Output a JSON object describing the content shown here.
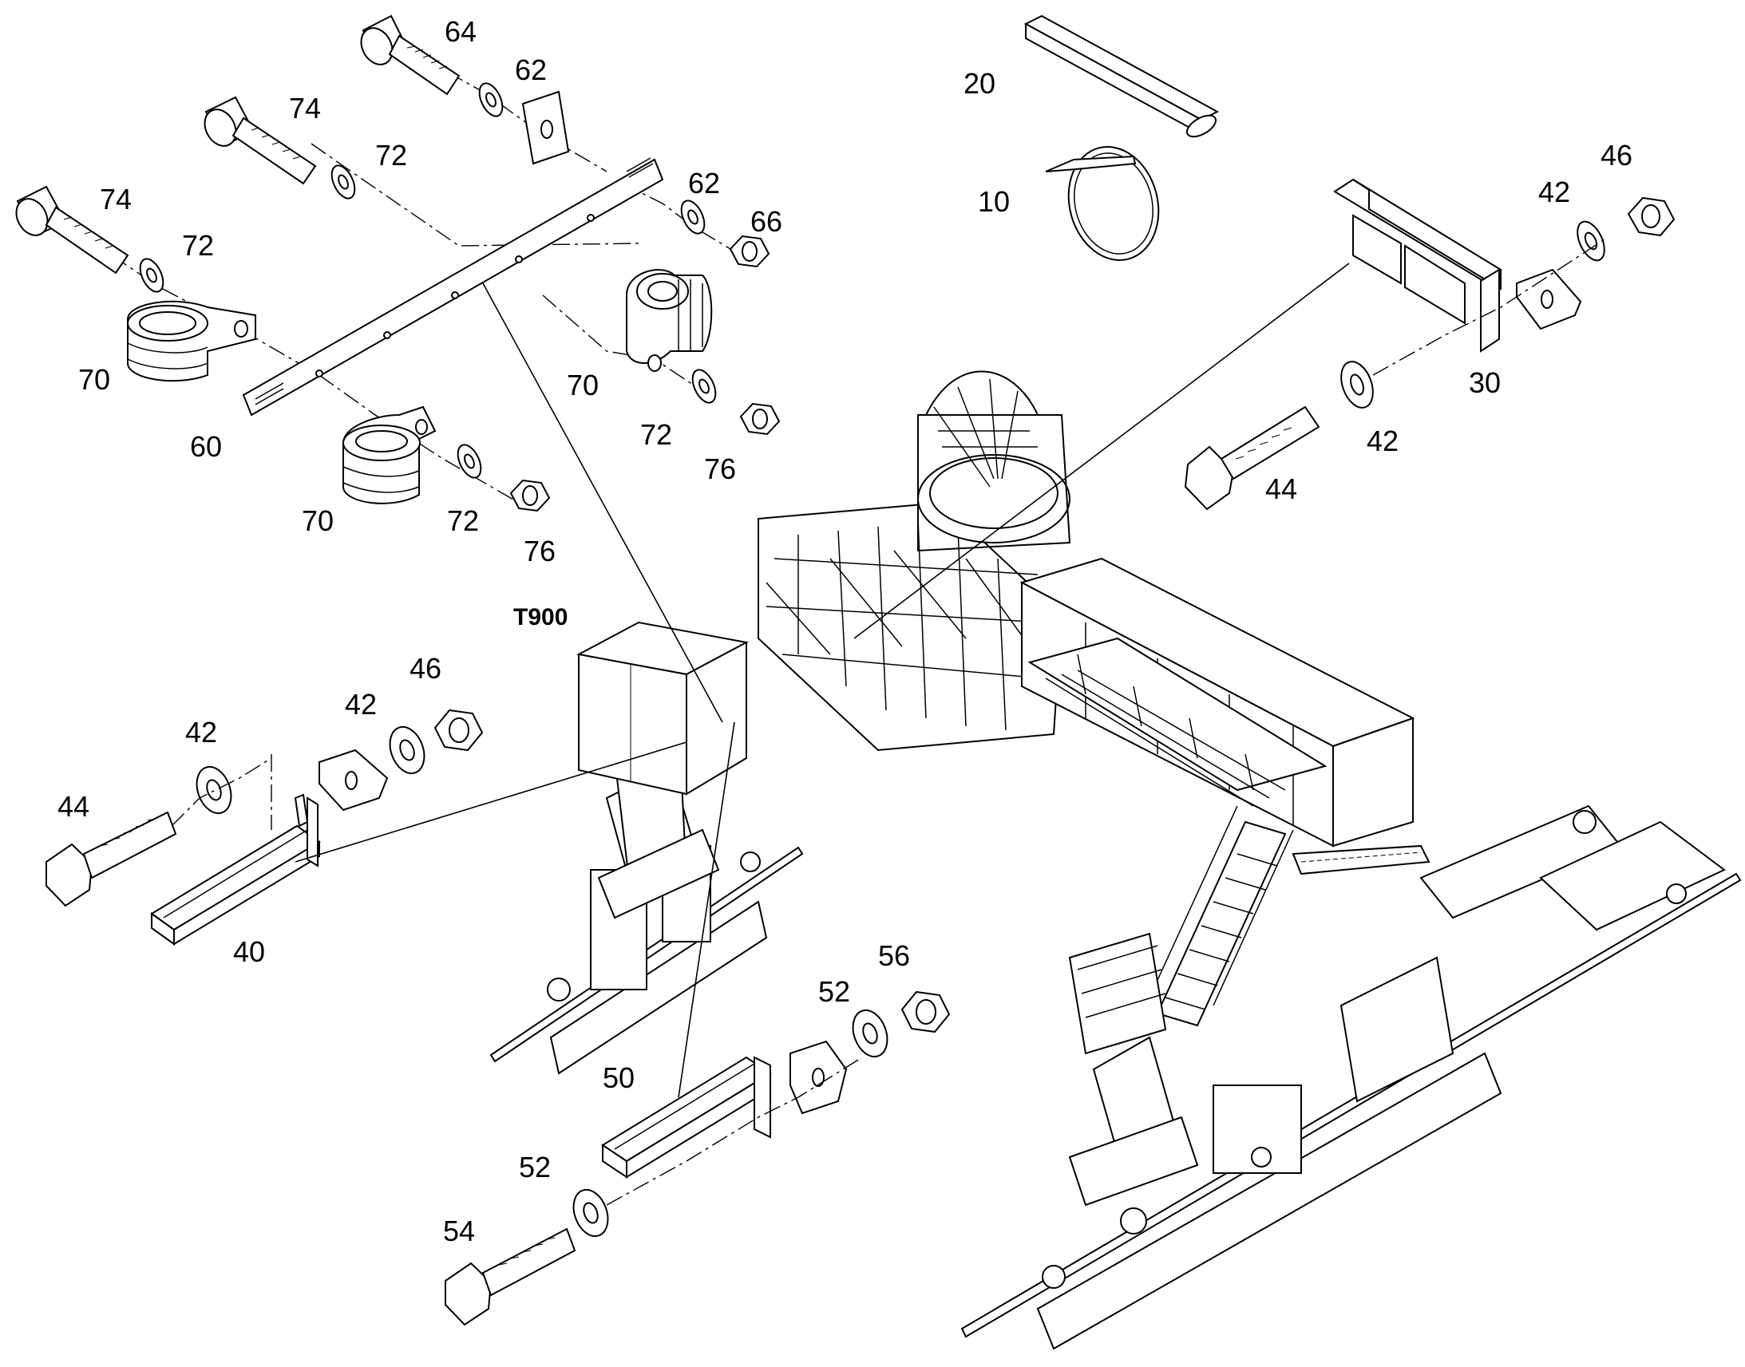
{
  "model_label": "T900",
  "callouts": {
    "c64": "64",
    "c62a": "62",
    "c74a": "74",
    "c72a": "72",
    "c74b": "74",
    "c72b": "72",
    "c70a": "70",
    "c60": "60",
    "c70b": "70",
    "c72c": "72",
    "c76a": "76",
    "c62b": "62",
    "c66": "66",
    "c70c": "70",
    "c72d": "72",
    "c76b": "76",
    "c20": "20",
    "c10": "10",
    "c46a": "46",
    "c42a": "42",
    "c30": "30",
    "c42b": "42",
    "c44a": "44",
    "c46b": "46",
    "c42c": "42",
    "c42d": "42",
    "c44b": "44",
    "c40": "40",
    "c56": "56",
    "c52a": "52",
    "c50": "50",
    "c52b": "52",
    "c54": "54"
  }
}
